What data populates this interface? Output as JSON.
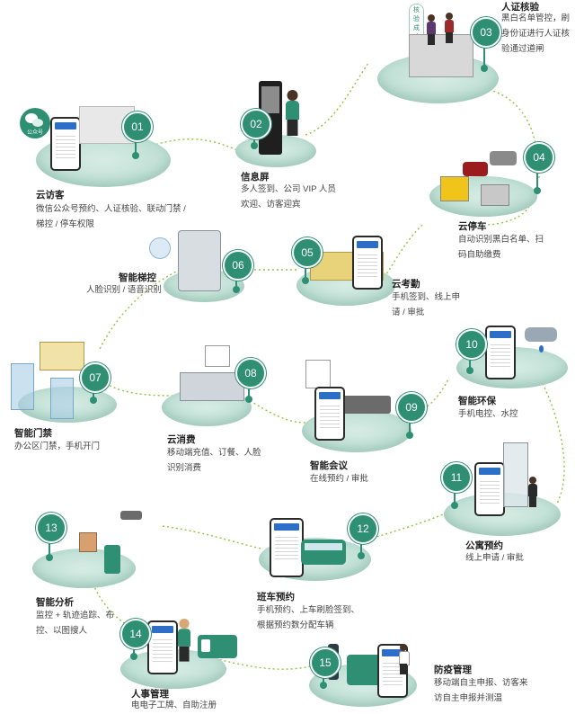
{
  "steps": [
    {
      "number": "01",
      "title": "云访客",
      "desc": "微信公众号预约、人证核验、联动门禁 / 梯控 / 停车权限"
    },
    {
      "number": "02",
      "title": "信息屏",
      "desc": "多人签到、公司 VIP 人员欢迎、访客迎宾"
    },
    {
      "number": "03",
      "title": "人证核验",
      "desc": "黑白名单管控，刷身份证进行人证核验通过道闸"
    },
    {
      "number": "04",
      "title": "云停车",
      "desc": "自动识别黑白名单、扫码自助缴费"
    },
    {
      "number": "05",
      "title": "云考勤",
      "desc": "手机签到、线上申请 / 审批"
    },
    {
      "number": "06",
      "title": "智能梯控",
      "desc": "人脸识别 / 语音识别"
    },
    {
      "number": "07",
      "title": "智能门禁",
      "desc": "办公区门禁，手机开门"
    },
    {
      "number": "08",
      "title": "云消费",
      "desc": "移动端充值、订餐、人脸识别消费"
    },
    {
      "number": "09",
      "title": "智能会议",
      "desc": "在线预约 / 审批"
    },
    {
      "number": "10",
      "title": "智能环保",
      "desc": "手机电控、水控"
    },
    {
      "number": "11",
      "title": "公寓预约",
      "desc": "线上申请 / 审批"
    },
    {
      "number": "12",
      "title": "班车预约",
      "desc": "手机预约、上车刷脸签到、根据预约数分配车辆"
    },
    {
      "number": "13",
      "title": "智能分析",
      "desc": "监控 + 轨迹追踪、布控、以图搜人"
    },
    {
      "number": "14",
      "title": "人事管理",
      "desc": "电电子工牌、自助注册"
    },
    {
      "number": "15",
      "title": "防疫管理",
      "desc": "移动端自主申报、访客来访自主申报并测温"
    }
  ],
  "labels": {
    "verify_success": "核验成功",
    "wechat_badge": "公众号"
  },
  "colors": {
    "accent": "#2e8f73",
    "disc": "#c3e1d7",
    "path": "#8fc63f"
  }
}
